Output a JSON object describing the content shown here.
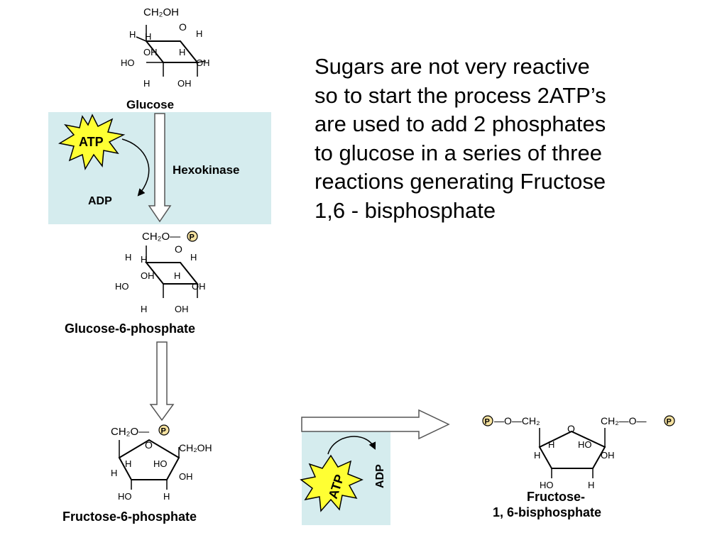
{
  "explanation": "Sugars are not very reactive\nso to start the process 2ATP’s\nare used to add  2 phosphates\nto glucose in a series of three\nreactions generating Fructose\n1,6 - bisphosphate",
  "colors": {
    "panel_bg": "#d5ecee",
    "starburst_fill": "#ffff33",
    "phospho_fill": "#f6e2a0",
    "line": "#000000"
  },
  "molecules": {
    "glucose": {
      "name": "Glucose",
      "atoms": {
        "top": "CH₂OH",
        "h_left": "H",
        "h_left2": "H",
        "o": "O",
        "h_right": "H",
        "ho": "HO",
        "oh_mid": "OH",
        "h_mid": "H",
        "oh_right": "OH",
        "h_bottom": "H",
        "oh_bottom": "OH"
      }
    },
    "g6p": {
      "name": "Glucose-6-phosphate",
      "atoms": {
        "top": "CH₂O—",
        "p": "P",
        "h_left": "H",
        "h_left2": "H",
        "o": "O",
        "h_right": "H",
        "ho": "HO",
        "oh_mid": "OH",
        "h_mid": "H",
        "oh_right": "OH",
        "h_bottom": "H",
        "oh_bottom": "OH"
      }
    },
    "f6p": {
      "name": "Fructose-6-phosphate",
      "atoms": {
        "ch2o": "CH₂O—",
        "p": "P",
        "o": "O",
        "ch2oh": "CH₂OH",
        "h_left": "H",
        "ho_mid": "HO",
        "oh_right": "OH",
        "h_mid": "H",
        "ho_bottom": "HO",
        "h_bottom": "H"
      }
    },
    "f16bp": {
      "name_line1": "Fructose-",
      "name_line2": "1, 6-bisphosphate",
      "atoms": {
        "p_left": "P",
        "left_chain": "—O—CH₂",
        "o": "O",
        "right_chain": "CH₂—O—",
        "p_right": "P",
        "h_left": "H",
        "h_inner": "H",
        "ho_inner": "HO",
        "oh_right": "OH",
        "ho_bottom": "HO",
        "h_bottom": "H"
      }
    }
  },
  "reaction1": {
    "cofactor_in": "ATP",
    "cofactor_out": "ADP",
    "enzyme": "Hexokinase"
  },
  "reaction3": {
    "cofactor_in": "ATP",
    "cofactor_out": "ADP"
  }
}
